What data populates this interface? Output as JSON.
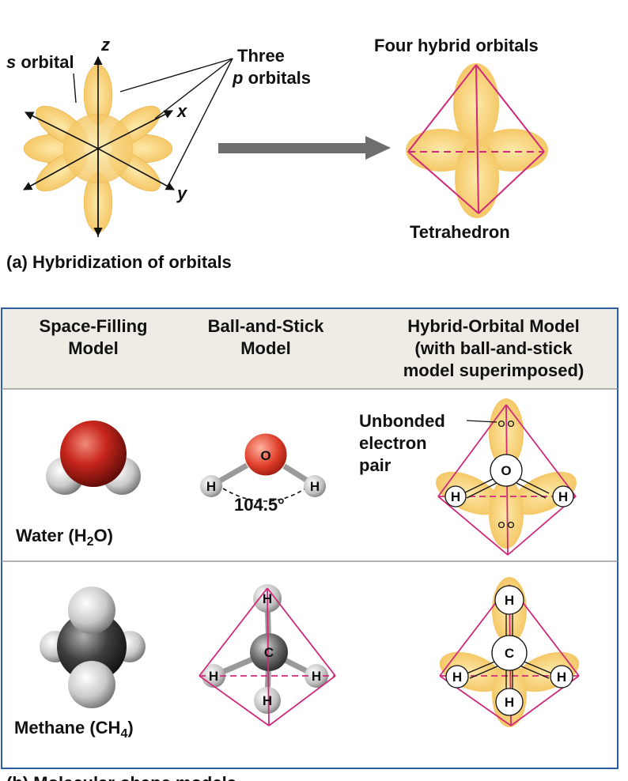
{
  "part_a": {
    "axis_z": "z",
    "axis_x": "x",
    "axis_y": "y",
    "s_orbital_italic": "s",
    "s_orbital_text": " orbital",
    "three": "Three",
    "p_italic": "p",
    "p_orbitals_text": " orbitals",
    "four_hybrid": "Four hybrid orbitals",
    "tetrahedron": "Tetrahedron",
    "caption": "(a) Hybridization of orbitals"
  },
  "table": {
    "headers": [
      [
        "Space-Filling",
        "Model"
      ],
      [
        "Ball-and-Stick",
        "Model"
      ],
      [
        "Hybrid-Orbital Model",
        "(with ball-and-stick",
        "model superimposed)"
      ]
    ],
    "water": {
      "name": "Water (H",
      "sub": "2",
      "name_end": "O)",
      "angle": "104.5°",
      "atom_o": "O",
      "atom_h": "H",
      "unbonded": [
        "Unbonded",
        "electron",
        "pair"
      ]
    },
    "methane": {
      "name": "Methane (CH",
      "sub": "4",
      "name_end": ")",
      "atom_c": "C",
      "atom_h": "H"
    }
  },
  "part_b_caption": "(b) Molecular-shape models",
  "colors": {
    "orbital": "#f5c867",
    "edge": "#d0297a",
    "table_border": "#2a5fa8",
    "header_bg": "#eeece4",
    "oxygen": "#d22d1e",
    "carbon": "#4a4a4a"
  }
}
